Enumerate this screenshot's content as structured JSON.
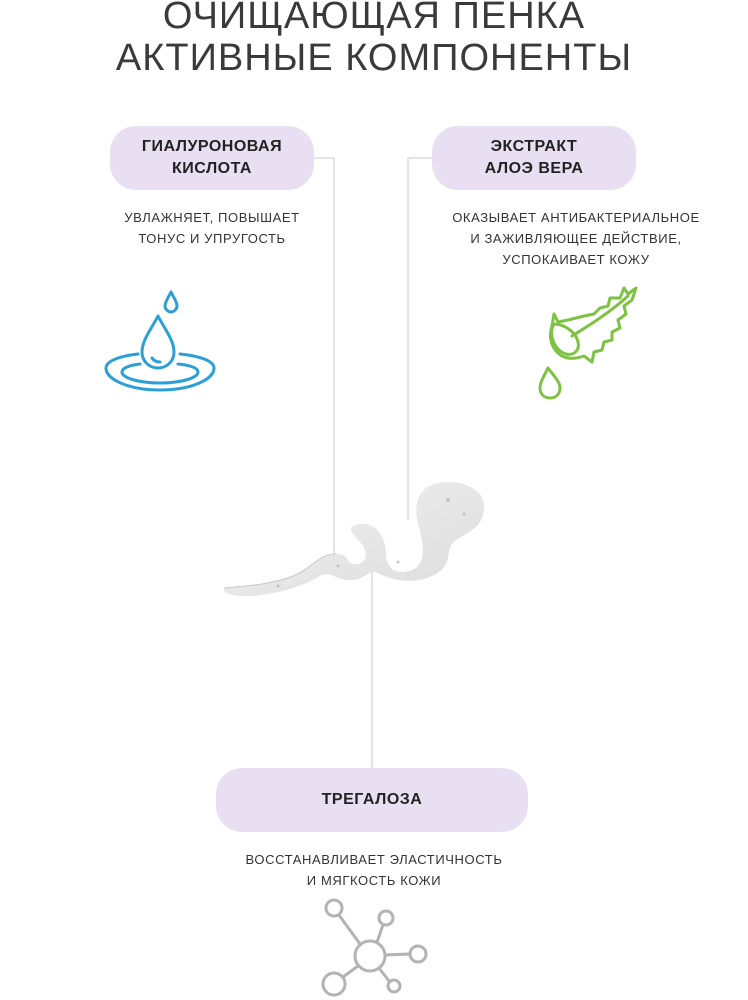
{
  "header": {
    "title_line1": "ОЧИЩАЮЩАЯ ПЕНКА",
    "title_line2": "АКТИВНЫЕ КОМПОНЕНТЫ"
  },
  "components": {
    "hyaluronic": {
      "name": "ГИАЛУРОНОВАЯ\nКИСЛОТА",
      "description": "УВЛАЖНЯЕТ, ПОВЫШАЕТ\nТОНУС И УПРУГОСТЬ",
      "icon": "water-drop-icon",
      "icon_color": "#2a9fd8"
    },
    "aloe": {
      "name": "ЭКСТРАКТ\nАЛОЭ ВЕРА",
      "description": "ОКАЗЫВАЕТ АНТИБАКТЕРИАЛЬНОЕ\nИ ЗАЖИВЛЯЮЩЕЕ ДЕЙСТВИЕ,\nУСПОКАИВАЕТ КОЖУ",
      "icon": "aloe-leaf-icon",
      "icon_color": "#7dc242"
    },
    "trehalose": {
      "name": "ТРЕГАЛОЗА",
      "description": "ВОССТАНАВЛИВАЕТ ЭЛАСТИЧНОСТЬ\nИ МЯГКОСТЬ КОЖИ",
      "icon": "molecule-icon",
      "icon_color": "#b3b3b3"
    }
  },
  "colors": {
    "pill_background": "#e8e0f2",
    "connector_line": "#d9cfe8"
  }
}
